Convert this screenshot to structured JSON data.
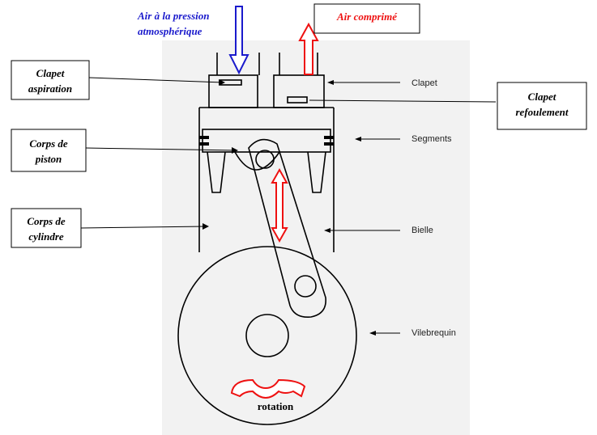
{
  "labels": {
    "air_atmos_line1": "Air à la pression",
    "air_atmos_line2": "atmosphérique",
    "air_compressed": "Air comprimé",
    "clapet_aspiration_line1": "Clapet",
    "clapet_aspiration_line2": "aspiration",
    "clapet_refoulement_line1": "Clapet",
    "clapet_refoulement_line2": "refoulement",
    "corps_piston_line1": "Corps de",
    "corps_piston_line2": "piston",
    "corps_cylindre_line1": "Corps de",
    "corps_cylindre_line2": "cylindre",
    "rotation": "rotation"
  },
  "english_labels": {
    "clapet": "Clapet",
    "segments": "Segments",
    "bielle": "Bielle",
    "vilebrequin": "Vilebrequin"
  },
  "colors": {
    "intake_arrow": "#1a1acc",
    "exhaust_arrow": "#ee1111",
    "motion_arrow": "#ee1111",
    "air_atmos_text": "#1a1acc",
    "air_compressed_text": "#ee1111",
    "drawing_background": "#f2f2f2"
  }
}
